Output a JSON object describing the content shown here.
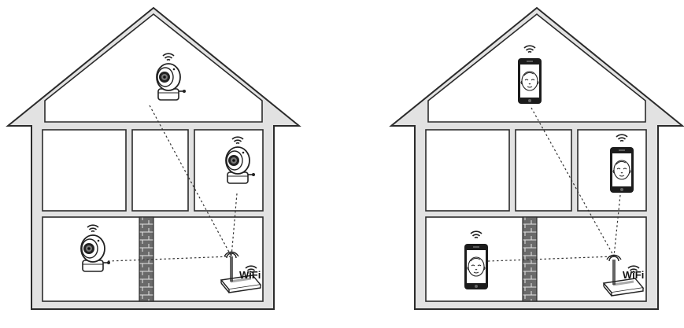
{
  "diagram": {
    "left_house": {
      "devices": [
        "camera",
        "camera",
        "camera"
      ],
      "router_label": "WiFi"
    },
    "right_house": {
      "devices": [
        "phone",
        "phone",
        "phone"
      ],
      "router_label": "WiFi"
    },
    "colors": {
      "outline": "#2b2b2b",
      "wall_fill": "#dcdcdc",
      "room_fill": "#ffffff",
      "chimney_fill": "#5a5a5a",
      "signal_line": "#333333"
    }
  }
}
